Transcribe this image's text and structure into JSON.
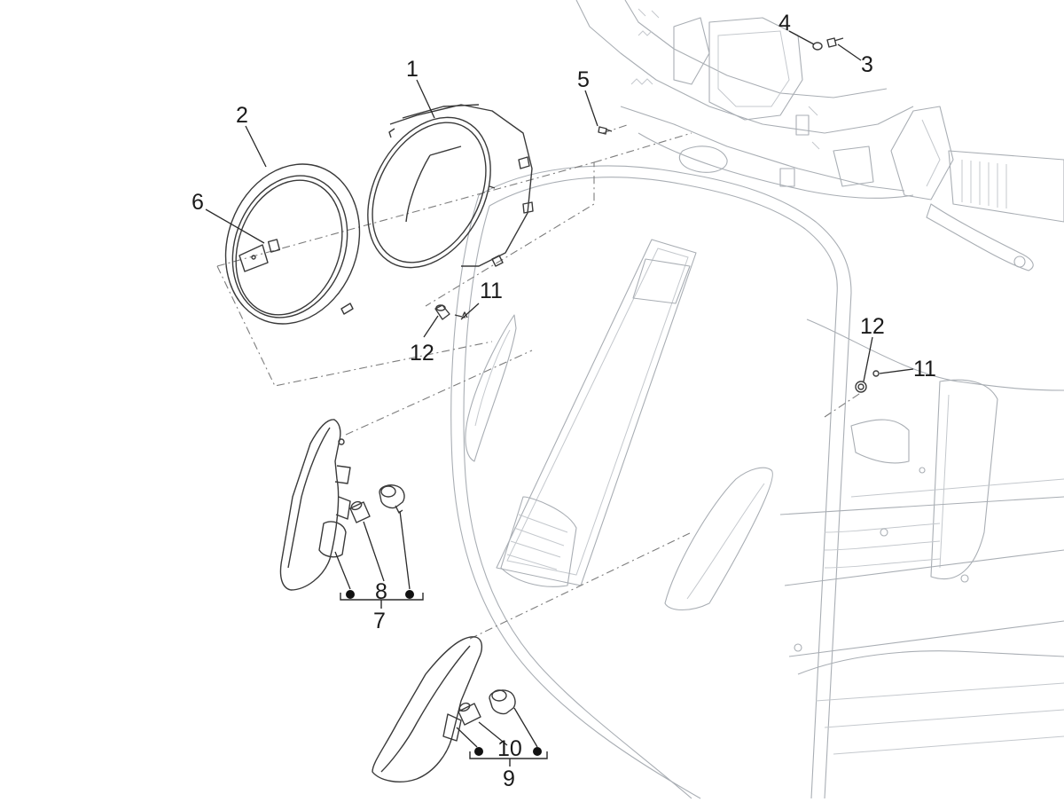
{
  "diagram": {
    "callouts": {
      "c1": "1",
      "c2": "2",
      "c3": "3",
      "c4": "4",
      "c5": "5",
      "c6": "6",
      "c7": "7",
      "c8": "8",
      "c9": "9",
      "c10": "10",
      "c11a": "11",
      "c11b": "11",
      "c12a": "12",
      "c12b": "12"
    },
    "colors": {
      "line": "#2a2a2a",
      "body_line": "#a9aeb4",
      "background": "#ffffff"
    }
  }
}
